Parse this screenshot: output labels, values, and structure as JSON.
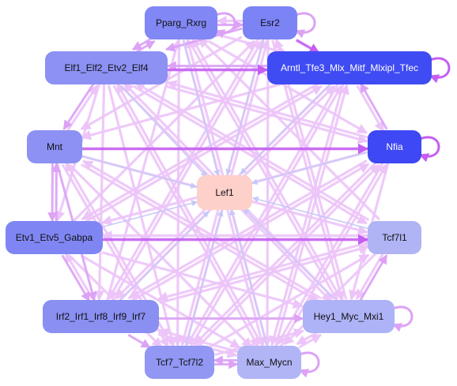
{
  "nodes": [
    {
      "id": "pparg",
      "label": "Pparg_Rxrg",
      "color": "#8187f4",
      "dark": false
    },
    {
      "id": "esr2",
      "label": "Esr2",
      "color": "#7c83f5",
      "dark": false
    },
    {
      "id": "arntl",
      "label": "Arntl_Tfe3_Mlx_Mitf_Mlxipl_Tfec",
      "color": "#3f4cf3",
      "dark": true
    },
    {
      "id": "elf1",
      "label": "Elf1_Elf2_Etv2_Elf4",
      "color": "#8c91f3",
      "dark": false
    },
    {
      "id": "mnt",
      "label": "Mnt",
      "color": "#8c91f3",
      "dark": false
    },
    {
      "id": "nfia",
      "label": "Nfia",
      "color": "#3e48f4",
      "dark": true
    },
    {
      "id": "lef1",
      "label": "Lef1",
      "color": "#fdd0ca",
      "dark": false
    },
    {
      "id": "etv1",
      "label": "Etv1_Etv5_Gabpa",
      "color": "#7f86f3",
      "dark": false
    },
    {
      "id": "tcf7l1",
      "label": "Tcf7l1",
      "color": "#b0b4f5",
      "dark": false
    },
    {
      "id": "irf2",
      "label": "Irf2_Irf1_Irf8_Irf9_Irf7",
      "color": "#8a8ff2",
      "dark": false
    },
    {
      "id": "hey1",
      "label": "Hey1_Myc_Mxi1",
      "color": "#aeb2f6",
      "dark": false
    },
    {
      "id": "tcf7",
      "label": "Tcf7_Tcf7l2",
      "color": "#9197f3",
      "dark": false
    },
    {
      "id": "max",
      "label": "Max_Mycn",
      "color": "#b1b5f6",
      "dark": false
    }
  ],
  "edges": [
    [
      "pparg",
      "lef1",
      "blue"
    ],
    [
      "esr2",
      "lef1",
      "blue"
    ],
    [
      "arntl",
      "lef1",
      "blue"
    ],
    [
      "elf1",
      "lef1",
      "blue"
    ],
    [
      "mnt",
      "lef1",
      "blue"
    ],
    [
      "nfia",
      "lef1",
      "blue"
    ],
    [
      "etv1",
      "lef1",
      "blue"
    ],
    [
      "tcf7l1",
      "lef1",
      "blue"
    ],
    [
      "irf2",
      "lef1",
      "blue"
    ],
    [
      "hey1",
      "lef1",
      "blue"
    ],
    [
      "tcf7",
      "lef1",
      "blue"
    ],
    [
      "max",
      "lef1",
      "blue"
    ],
    [
      "esr2",
      "arntl",
      "strong"
    ],
    [
      "elf1",
      "arntl",
      "strong"
    ],
    [
      "mnt",
      "nfia",
      "strong"
    ],
    [
      "pparg",
      "elf1",
      "mid"
    ],
    [
      "elf1",
      "pparg",
      "mid"
    ],
    [
      "mnt",
      "etv1",
      "mid"
    ],
    [
      "etv1",
      "mnt",
      "mid"
    ],
    [
      "etv1",
      "tcf7l1",
      "strong"
    ],
    [
      "irf2",
      "tcf7",
      "mid"
    ],
    [
      "irf2",
      "hey1",
      "mid"
    ],
    [
      "tcf7",
      "max",
      "mid"
    ],
    [
      "max",
      "tcf7",
      "mid"
    ],
    [
      "hey1",
      "tcf7l1",
      "mid"
    ],
    [
      "tcf7l1",
      "hey1",
      "light"
    ],
    [
      "nfia",
      "arntl",
      "mid"
    ],
    [
      "arntl",
      "nfia",
      "light"
    ],
    [
      "pparg",
      "esr2",
      "mid"
    ],
    [
      "esr2",
      "pparg",
      "light"
    ],
    [
      "elf1",
      "mnt",
      "mid"
    ],
    [
      "mnt",
      "elf1",
      "light"
    ],
    [
      "etv1",
      "irf2",
      "mid"
    ],
    [
      "irf2",
      "etv1",
      "light"
    ],
    [
      "pparg",
      "max",
      "light"
    ],
    [
      "pparg",
      "tcf7",
      "light"
    ],
    [
      "esr2",
      "max",
      "light"
    ],
    [
      "esr2",
      "tcf7",
      "light"
    ],
    [
      "esr2",
      "irf2",
      "light"
    ],
    [
      "esr2",
      "hey1",
      "light"
    ],
    [
      "arntl",
      "irf2",
      "light"
    ],
    [
      "arntl",
      "tcf7",
      "light"
    ],
    [
      "arntl",
      "max",
      "light"
    ],
    [
      "arntl",
      "etv1",
      "light"
    ],
    [
      "arntl",
      "mnt",
      "light"
    ],
    [
      "elf1",
      "hey1",
      "light"
    ],
    [
      "elf1",
      "max",
      "light"
    ],
    [
      "elf1",
      "tcf7",
      "light"
    ],
    [
      "elf1",
      "nfia",
      "light"
    ],
    [
      "elf1",
      "tcf7l1",
      "light"
    ],
    [
      "mnt",
      "hey1",
      "light"
    ],
    [
      "mnt",
      "max",
      "light"
    ],
    [
      "mnt",
      "tcf7l1",
      "light"
    ],
    [
      "nfia",
      "etv1",
      "light"
    ],
    [
      "nfia",
      "irf2",
      "light"
    ],
    [
      "nfia",
      "tcf7",
      "light"
    ],
    [
      "nfia",
      "max",
      "light"
    ],
    [
      "nfia",
      "elf1",
      "light"
    ],
    [
      "etv1",
      "hey1",
      "light"
    ],
    [
      "etv1",
      "max",
      "light"
    ],
    [
      "etv1",
      "arntl",
      "light"
    ],
    [
      "etv1",
      "esr2",
      "light"
    ],
    [
      "tcf7l1",
      "irf2",
      "light"
    ],
    [
      "tcf7l1",
      "etv1",
      "light"
    ],
    [
      "tcf7l1",
      "elf1",
      "light"
    ],
    [
      "tcf7l1",
      "pparg",
      "light"
    ],
    [
      "irf2",
      "arntl",
      "light"
    ],
    [
      "irf2",
      "esr2",
      "light"
    ],
    [
      "irf2",
      "pparg",
      "light"
    ],
    [
      "irf2",
      "nfia",
      "light"
    ],
    [
      "hey1",
      "elf1",
      "light"
    ],
    [
      "hey1",
      "mnt",
      "light"
    ],
    [
      "hey1",
      "pparg",
      "light"
    ],
    [
      "hey1",
      "esr2",
      "light"
    ],
    [
      "tcf7",
      "arntl",
      "light"
    ],
    [
      "tcf7",
      "esr2",
      "light"
    ],
    [
      "tcf7",
      "mnt",
      "light"
    ],
    [
      "tcf7",
      "tcf7l1",
      "light"
    ],
    [
      "max",
      "arntl",
      "light"
    ],
    [
      "max",
      "pparg",
      "light"
    ],
    [
      "max",
      "elf1",
      "light"
    ],
    [
      "max",
      "irf2",
      "light"
    ],
    [
      "irf2",
      "max",
      "light"
    ],
    [
      "hey1",
      "max",
      "light"
    ],
    [
      "max",
      "hey1",
      "light"
    ],
    [
      "tcf7",
      "hey1",
      "light"
    ],
    [
      "pparg",
      "arntl",
      "light"
    ],
    [
      "elf1",
      "irf2",
      "light"
    ],
    [
      "mnt",
      "irf2",
      "mid"
    ],
    [
      "elf1",
      "etv1",
      "light"
    ],
    [
      "pparg",
      "hey1",
      "light"
    ],
    [
      "esr2",
      "mnt",
      "light"
    ],
    [
      "nfia",
      "hey1",
      "light"
    ],
    [
      "tcf7l1",
      "max",
      "light"
    ],
    [
      "irf2",
      "tcf7l1",
      "light"
    ],
    [
      "tcf7",
      "nfia",
      "light"
    ],
    [
      "max",
      "nfia",
      "light"
    ],
    [
      "arntl",
      "elf1",
      "mid"
    ],
    [
      "esr2",
      "elf1",
      "mid"
    ],
    [
      "pparg",
      "nfia",
      "light"
    ],
    [
      "etv1",
      "tcf7",
      "light"
    ],
    [
      "mnt",
      "tcf7",
      "light"
    ]
  ],
  "self_loops": [
    "pparg",
    "esr2",
    "arntl",
    "nfia",
    "hey1",
    "max"
  ],
  "edge_colors": {
    "blue": "#c6c9f7",
    "light": "#ecc4f8",
    "mid": "#dca2f5",
    "strong": "#c55ef2"
  }
}
